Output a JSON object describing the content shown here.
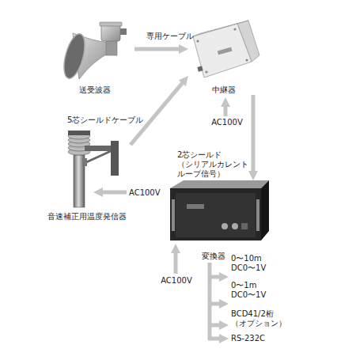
{
  "diagram": {
    "nodes": [
      {
        "text": [
          "送受波器"
        ]
      },
      {
        "text": [
          "中継器"
        ]
      },
      {
        "text": [
          "音速補正用温度発信器"
        ]
      },
      {
        "text": [
          "変換器"
        ]
      }
    ],
    "edges": [
      {
        "from": 0,
        "to": 1,
        "label": "専用ケーブル",
        "arrow": "to"
      },
      {
        "from": 2,
        "to": 1,
        "label": "5芯シールドケーブル",
        "arrow": "to"
      },
      {
        "from": 1,
        "to": 3,
        "label": "2芯シールド （シリアルカレント ループ信号）",
        "arrow": "to"
      }
    ],
    "labels": [
      "AC100V",
      "AC100V",
      "AC100V",
      "0〜10m DC0〜1V",
      "0〜1m DC0〜1V",
      "BCD41/2桁 （オプション）",
      "RS-232C"
    ]
  }
}
